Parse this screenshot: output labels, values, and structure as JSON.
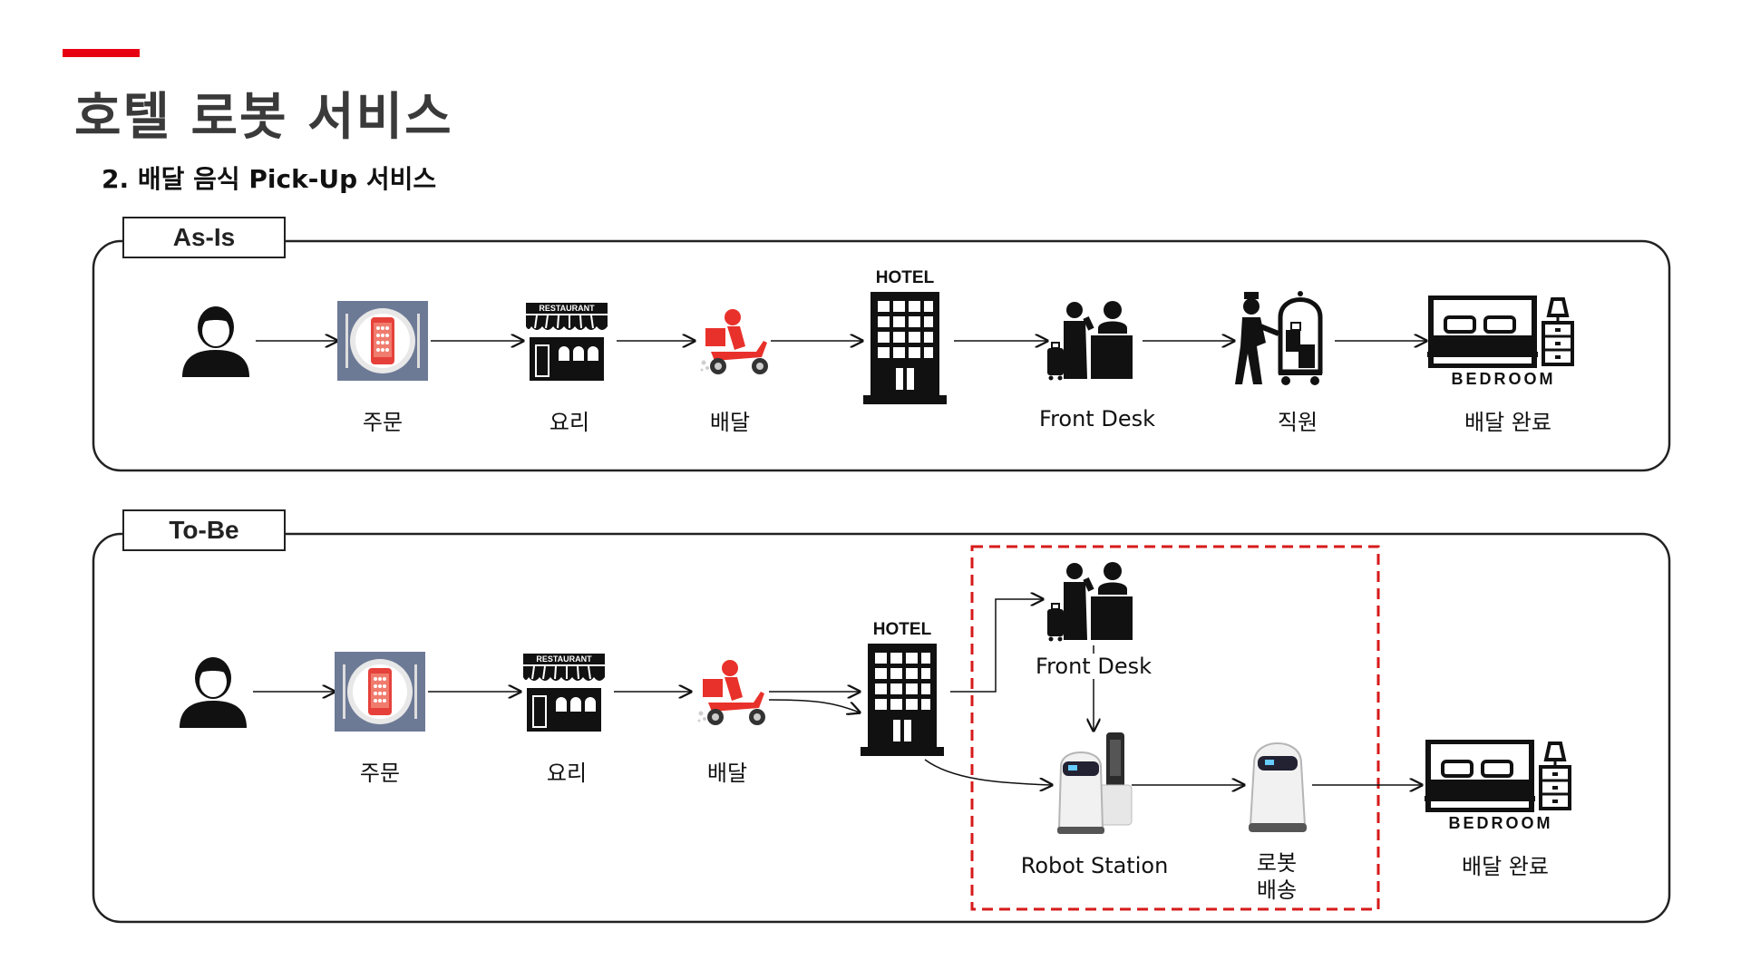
{
  "header": {
    "title": "호텔 로봇 서비스",
    "subtitle": "2. 배달 음식 Pick-Up 서비스"
  },
  "asis": {
    "label": "As-Is",
    "steps": {
      "order": "주문",
      "cook": "요리",
      "delivery": "배달",
      "front_desk": "Front Desk",
      "staff": "직원",
      "done": "배달 완료"
    }
  },
  "tobe": {
    "label": "To-Be",
    "steps": {
      "order": "주문",
      "cook": "요리",
      "delivery": "배달",
      "front_desk": "Front Desk",
      "robot_station": "Robot Station",
      "robot_delivery_line1": "로봇",
      "robot_delivery_line2": "배송",
      "done": "배달 완료"
    }
  },
  "icon_text": {
    "restaurant": "RESTAURANT",
    "hotel": "HOTEL",
    "bedroom": "BEDROOM"
  },
  "colors": {
    "accent": "#e60012",
    "dashed_box": "#d71a1a",
    "scooter": "#e8312a"
  }
}
